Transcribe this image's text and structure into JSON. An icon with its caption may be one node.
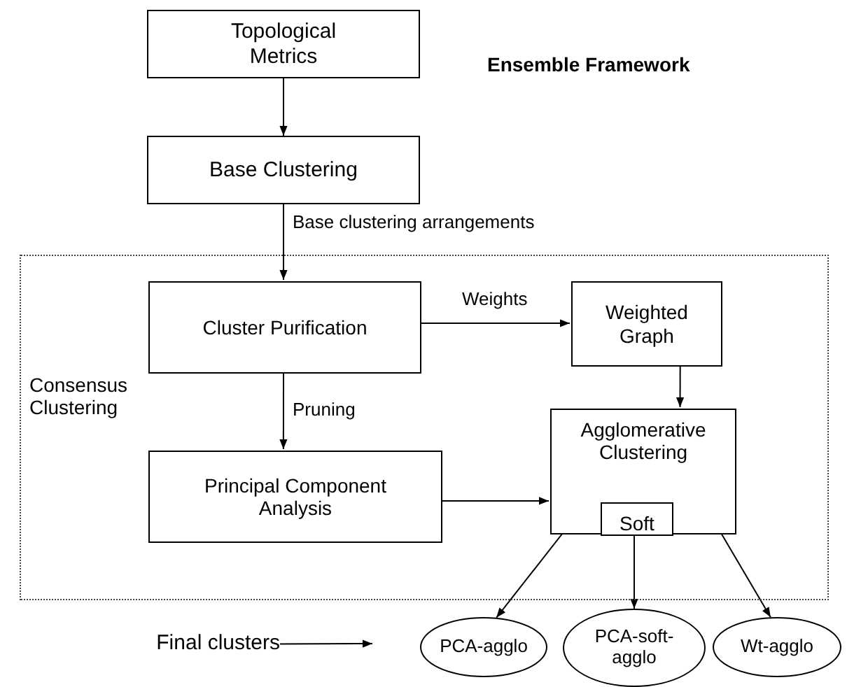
{
  "diagram": {
    "title": "Ensemble Framework",
    "nodes": [
      {
        "text": [
          "Topological Metrics"
        ]
      },
      {
        "text": [
          "Base Clustering"
        ]
      },
      {
        "text": [
          "Consensus Clustering"
        ]
      },
      {
        "text": [
          "Cluster Purification"
        ],
        "in": 2
      },
      {
        "text": [
          "Weighted Graph"
        ],
        "in": 2
      },
      {
        "text": [
          "Principal Component Analysis"
        ],
        "in": 2
      },
      {
        "text": [
          "Agglomerative Clustering"
        ],
        "in": 2
      },
      {
        "text": [
          "Soft"
        ],
        "in": 6
      },
      {
        "text": [
          "Final clusters"
        ]
      },
      {
        "text": [
          "PCA-agglo"
        ]
      },
      {
        "text": [
          "PCA-soft-agglo"
        ]
      },
      {
        "text": [
          "Wt-agglo"
        ]
      }
    ],
    "edges": [
      {
        "from": 0,
        "to": 1,
        "arrow": "to"
      },
      {
        "from": 1,
        "to": 3,
        "arrow": "to",
        "label": "Base clustering arrangements"
      },
      {
        "from": 3,
        "to": 4,
        "arrow": "to",
        "label": "Weights"
      },
      {
        "from": 3,
        "to": 5,
        "arrow": "to",
        "label": "Pruning"
      },
      {
        "from": 4,
        "to": 6,
        "arrow": "to"
      },
      {
        "from": 5,
        "to": 6,
        "arrow": "to"
      },
      {
        "from": 6,
        "to": 9,
        "arrow": "to"
      },
      {
        "from": 7,
        "to": 10,
        "arrow": "to"
      },
      {
        "from": 6,
        "to": 11,
        "arrow": "to"
      },
      {
        "from": 8,
        "to": null,
        "arrow": "to"
      }
    ]
  }
}
